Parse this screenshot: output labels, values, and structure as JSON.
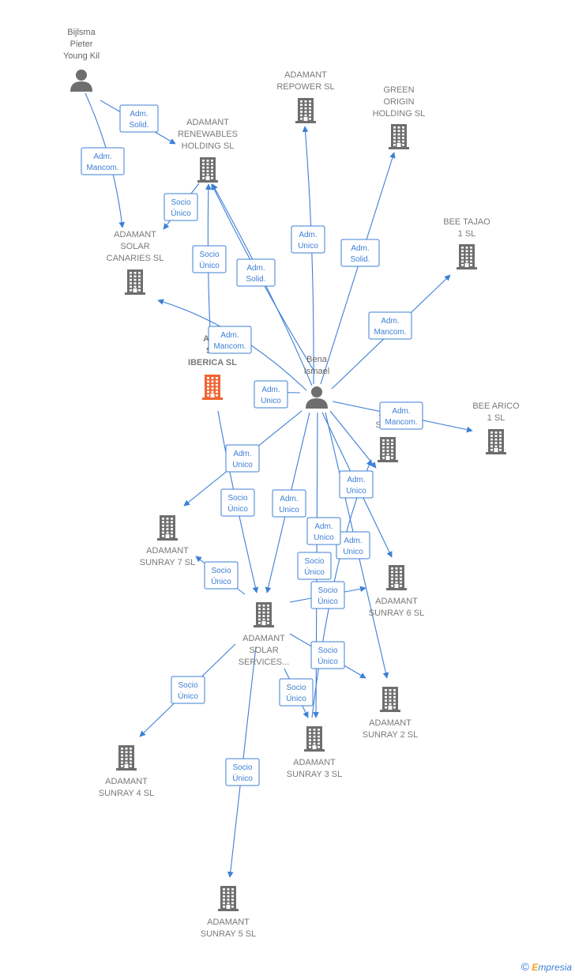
{
  "colors": {
    "edge": "#3d7fd6",
    "company": "#6e6e6e",
    "focus": "#f06432",
    "person": "#6e6e6e"
  },
  "nodes": [
    {
      "id": "bijlsma",
      "kind": "person",
      "lines": [
        "Bijlsma",
        "Pieter",
        "Young Kil"
      ],
      "icon": "person-icon"
    },
    {
      "id": "bena",
      "kind": "person",
      "lines": [
        "Bena",
        "Ismael"
      ],
      "icon": "person-icon"
    },
    {
      "id": "repower",
      "kind": "company",
      "lines": [
        "ADAMANT",
        "REPOWER  SL"
      ],
      "icon": "building-icon"
    },
    {
      "id": "green",
      "kind": "company",
      "lines": [
        "GREEN",
        "ORIGIN",
        "HOLDING  SL"
      ],
      "icon": "building-icon"
    },
    {
      "id": "renewables",
      "kind": "company",
      "lines": [
        "ADAMANT",
        "RENEWABLES",
        "HOLDING  SL"
      ],
      "icon": "building-icon"
    },
    {
      "id": "canaries",
      "kind": "company",
      "lines": [
        "ADAMANT",
        "SOLAR",
        "CANARIES  SL"
      ],
      "icon": "building-icon"
    },
    {
      "id": "tajao",
      "kind": "company",
      "lines": [
        "BEE TAJAO",
        "1  SL"
      ],
      "icon": "building-icon"
    },
    {
      "id": "iberica",
      "kind": "focus",
      "lines": [
        "ADA",
        "SO",
        "IBERICA  SL"
      ],
      "icon": "building-icon"
    },
    {
      "id": "arico",
      "kind": "company",
      "lines": [
        "BEE ARICO",
        "1  SL"
      ],
      "icon": "building-icon"
    },
    {
      "id": "sunray_x",
      "kind": "company",
      "lines": [
        "ADA",
        "SUNR"
      ],
      "icon": "building-icon"
    },
    {
      "id": "sunray7",
      "kind": "company",
      "lines": [
        "ADAMANT",
        "SUNRAY 7  SL"
      ],
      "icon": "building-icon"
    },
    {
      "id": "sunray6",
      "kind": "company",
      "lines": [
        "ADAMANT",
        "SUNRAY 6  SL"
      ],
      "icon": "building-icon"
    },
    {
      "id": "services",
      "kind": "company",
      "lines": [
        "ADAMANT",
        "SOLAR",
        "SERVICES..."
      ],
      "icon": "building-icon"
    },
    {
      "id": "sunray2",
      "kind": "company",
      "lines": [
        "ADAMANT",
        "SUNRAY 2  SL"
      ],
      "icon": "building-icon"
    },
    {
      "id": "sunray4",
      "kind": "company",
      "lines": [
        "ADAMANT",
        "SUNRAY 4  SL"
      ],
      "icon": "building-icon"
    },
    {
      "id": "sunray3",
      "kind": "company",
      "lines": [
        "ADAMANT",
        "SUNRAY 3  SL"
      ],
      "icon": "building-icon"
    },
    {
      "id": "sunray5",
      "kind": "company",
      "lines": [
        "ADAMANT",
        "SUNRAY 5  SL"
      ],
      "icon": "building-icon"
    }
  ],
  "edges": [
    {
      "from": "bijlsma",
      "to": "renewables",
      "label": [
        "Adm.",
        "Solid."
      ]
    },
    {
      "from": "bijlsma",
      "to": "canaries",
      "label": [
        "Adm.",
        "Mancom."
      ]
    },
    {
      "from": "renewables",
      "to": "canaries",
      "label": [
        "Socio",
        "Único"
      ]
    },
    {
      "from": "iberica",
      "to": "renewables",
      "label": [
        "Socio",
        "Único"
      ]
    },
    {
      "from": "sunray_x",
      "to": "renewables",
      "label": [
        "Socio",
        "Único"
      ]
    },
    {
      "from": "bena",
      "to": "renewables",
      "label": [
        "Adm.",
        "Solid."
      ]
    },
    {
      "from": "bena",
      "to": "repower",
      "label": [
        "Adm.",
        "Unico"
      ]
    },
    {
      "from": "bena",
      "to": "green",
      "label": [
        "Adm.",
        "Solid."
      ]
    },
    {
      "from": "bena",
      "to": "tajao",
      "label": [
        "Adm.",
        "Mancom."
      ]
    },
    {
      "from": "bena",
      "to": "canaries",
      "label": [
        "Adm.",
        "Mancom."
      ]
    },
    {
      "from": "bena",
      "to": "iberica",
      "label": [
        "Adm.",
        "Unico"
      ]
    },
    {
      "from": "bena",
      "to": "arico",
      "label": [
        "Adm.",
        "Mancom."
      ]
    },
    {
      "from": "bena",
      "to": "sunray7",
      "label": [
        "Adm.",
        "Unico"
      ]
    },
    {
      "from": "bena",
      "to": "services",
      "label": [
        "Adm.",
        "Unico"
      ]
    },
    {
      "from": "bena",
      "to": "sunray6",
      "label": [
        "Adm.",
        "Unico"
      ]
    },
    {
      "from": "bena",
      "to": "sunray2",
      "label": [
        "Adm.",
        "Unico"
      ]
    },
    {
      "from": "bena",
      "to": "sunray3",
      "label": [
        "Adm.",
        "Unico"
      ]
    },
    {
      "from": "bena",
      "to": "sunray_x",
      "label": [
        "Adm.",
        "Unico"
      ]
    },
    {
      "from": "iberica",
      "to": "services",
      "label": [
        "Socio",
        "Único"
      ]
    },
    {
      "from": "services",
      "to": "sunray7",
      "label": [
        "Socio",
        "Único"
      ]
    },
    {
      "from": "services",
      "to": "sunray6",
      "label": [
        "Socio",
        "Único"
      ]
    },
    {
      "from": "services",
      "to": "sunray2",
      "label": [
        "Socio",
        "Único"
      ]
    },
    {
      "from": "services",
      "to": "sunray3",
      "label": [
        "Socio",
        "Único"
      ]
    },
    {
      "from": "services",
      "to": "sunray4",
      "label": [
        "Socio",
        "Único"
      ]
    },
    {
      "from": "services",
      "to": "sunray5",
      "label": [
        "Socio",
        "Único"
      ]
    },
    {
      "from": "sunray3",
      "to": "sunray_x",
      "label": [
        "Socio",
        "Único"
      ]
    }
  ],
  "footer": {
    "copyright": "©",
    "brand_initial": "E",
    "brand_rest": "mpresia"
  }
}
